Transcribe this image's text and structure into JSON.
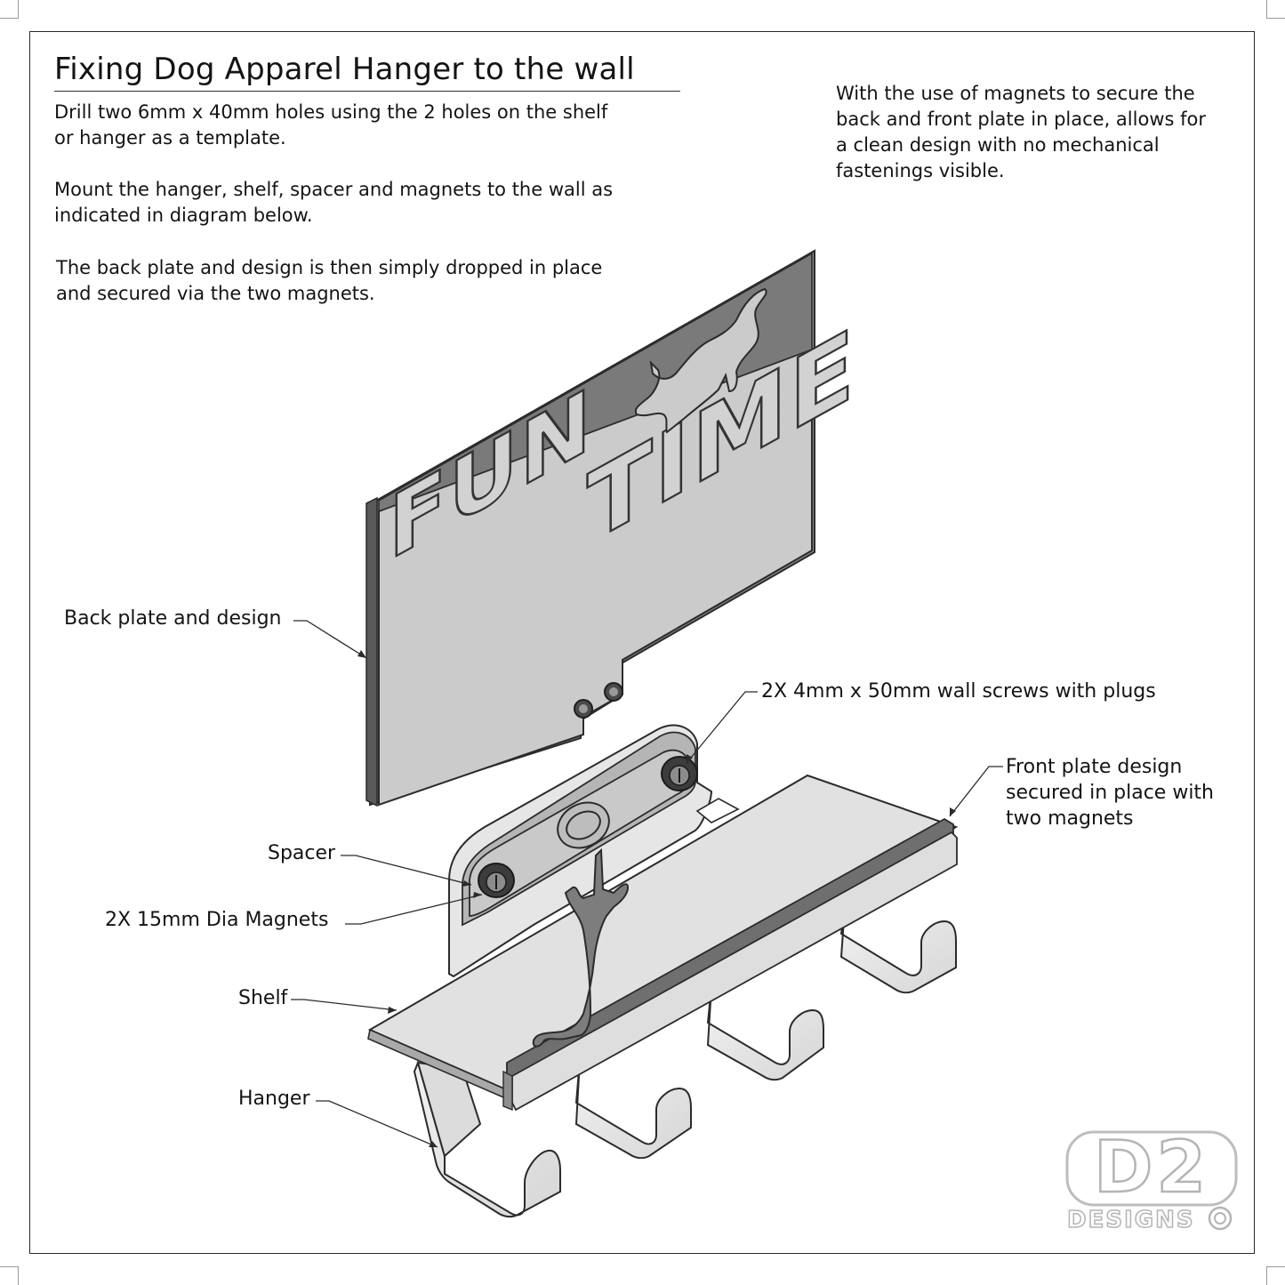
{
  "title": "Fixing Dog Apparel Hanger to the wall",
  "instructions": [
    "Drill two 6mm x 40mm holes using the 2 holes on the shelf\nor hanger as a template.",
    "Mount the hanger, shelf, spacer and magnets to the wall as\nindicated in diagram below.",
    "The back plate and design is then simply dropped in place\nand secured via the two magnets."
  ],
  "note": "With the use of magnets to secure the\nback and front plate in place, allows for\na clean design with no mechanical\nfastenings visible.",
  "plate_text": {
    "line1": "FUN",
    "line2": "TIME"
  },
  "callouts": {
    "back_plate": "Back plate and design",
    "screws": "2X 4mm x 50mm wall screws with plugs",
    "front_plate": "Front plate design\nsecured in place with\ntwo magnets",
    "spacer": "Spacer",
    "magnets": "2X 15mm Dia Magnets",
    "shelf": "Shelf",
    "hanger": "Hanger"
  },
  "logo": {
    "mark": "D2",
    "word": "DESIGNS"
  },
  "colors": {
    "ink": "#141414",
    "plate_dark": "#7d7d7d",
    "plate_light": "#c9c9c9",
    "steel": "#e3e3e3",
    "edge": "#2b2b2b"
  }
}
